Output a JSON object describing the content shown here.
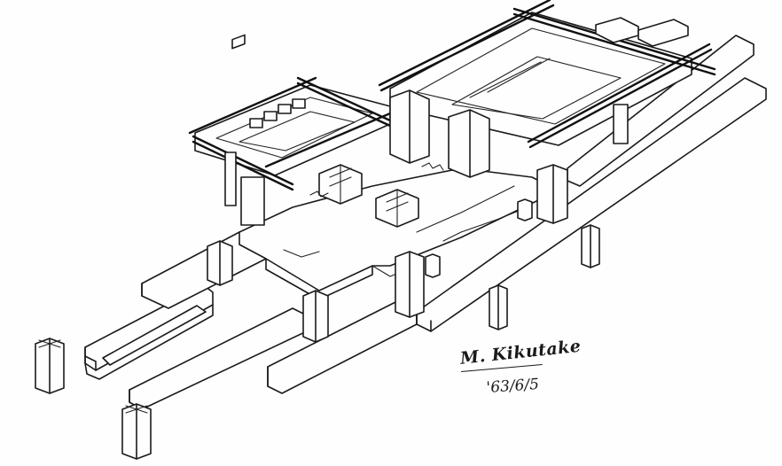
{
  "drawing": {
    "style": "architectural axonometric pen sketch",
    "ink_color": "#1a1a1a",
    "paper_color": "#fefefe"
  },
  "signature": {
    "name": "M. Kikutake",
    "date": "'63/6/5"
  },
  "icons": {
    "pier": "pier-column-icon",
    "stair": "stair-icon"
  }
}
